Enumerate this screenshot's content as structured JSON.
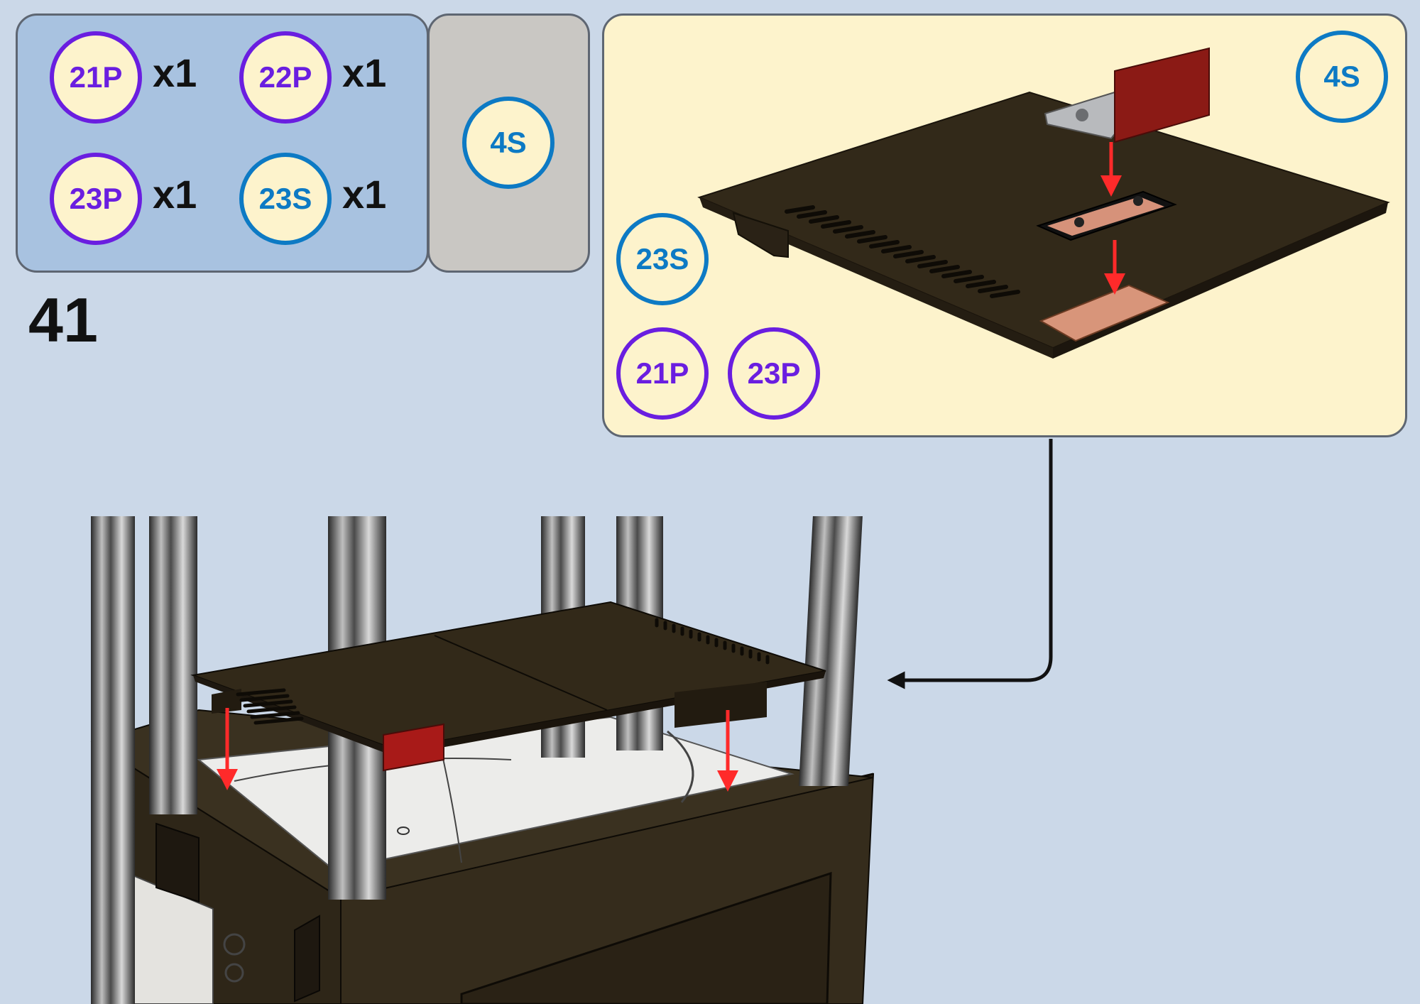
{
  "step": {
    "number": "41"
  },
  "parts_list": [
    {
      "id": "21P",
      "qty": "x1",
      "kind": "printed"
    },
    {
      "id": "22P",
      "qty": "x1",
      "kind": "printed"
    },
    {
      "id": "23P",
      "qty": "x1",
      "kind": "printed"
    },
    {
      "id": "23S",
      "qty": "x1",
      "kind": "standard"
    }
  ],
  "tools": [
    {
      "id": "4S",
      "kind": "standard"
    }
  ],
  "detail_view": {
    "tool_badge": "4S",
    "part_badges": [
      "23S",
      "21P",
      "23P"
    ]
  },
  "colors": {
    "background": "#cbd8e8",
    "parts_panel": "#a8c2e0",
    "tool_panel": "#c9c7c3",
    "detail_panel": "#fdf3cc",
    "printed_badge": "#6a1ee0",
    "standard_badge": "#0d7ac4",
    "arrow": "#ff2a2a",
    "panel_wood": "#322919",
    "label_red": "#8b1a15",
    "copper_pad": "#d8957a"
  }
}
